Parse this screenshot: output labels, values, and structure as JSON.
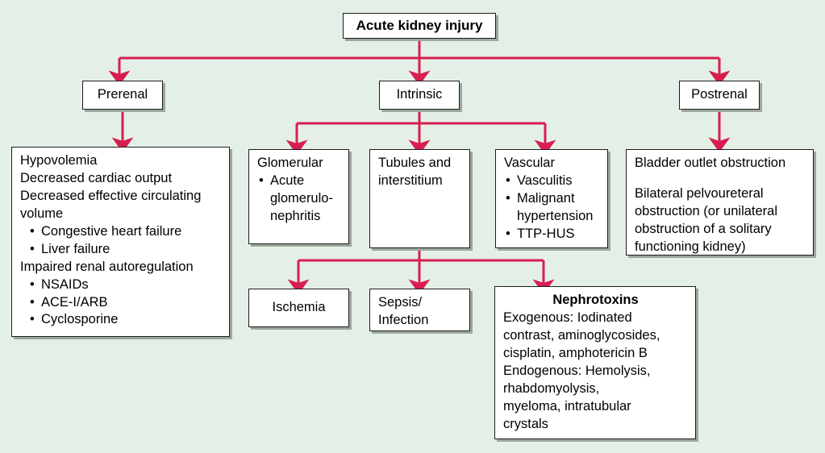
{
  "diagram": {
    "title": "Acute kidney injury",
    "background_color": "#e4f0e7",
    "connector_color": "#d81e50",
    "box_border_color": "#1c1c1c",
    "box_fill_color": "#ffffff",
    "box_shadow_color": "#9aa89c"
  },
  "root": {
    "label": "Acute kidney injury"
  },
  "categories": {
    "prerenal": {
      "label": "Prerenal"
    },
    "intrinsic": {
      "label": "Intrinsic"
    },
    "postrenal": {
      "label": "Postrenal"
    }
  },
  "prerenal_causes": {
    "line1": "Hypovolemia",
    "line2": "Decreased cardiac output",
    "line3": "Decreased effective circulating",
    "line4": "volume",
    "bullet1": "Congestive heart failure",
    "bullet2": "Liver failure",
    "line5": "Impaired renal autoregulation",
    "bullet3": "NSAIDs",
    "bullet4": "ACE-I/ARB",
    "bullet5": "Cyclosporine"
  },
  "intrinsic_branches": {
    "glomerular": {
      "title": "Glomerular",
      "bullet1_line1": "Acute",
      "bullet1_line2": "glomerulo-",
      "bullet1_line3": "nephritis"
    },
    "tubules": {
      "title_line1": "Tubules and",
      "title_line2": "interstitium"
    },
    "vascular": {
      "title": "Vascular",
      "bullet1": "Vasculitis",
      "bullet2_line1": "Malignant",
      "bullet2_line2": "hypertension",
      "bullet3": "TTP-HUS"
    }
  },
  "tubules_children": {
    "ischemia": {
      "label": "Ischemia"
    },
    "sepsis": {
      "line1": "Sepsis/",
      "line2": "Infection"
    },
    "nephrotoxins": {
      "heading": "Nephrotoxins",
      "line1": "Exogenous: Iodinated",
      "line2": "contrast, aminoglycosides,",
      "line3": "cisplatin, amphotericin B",
      "line4": "Endogenous: Hemolysis,",
      "line5": "rhabdomyolysis,",
      "line6": "myeloma, intratubular",
      "line7": "crystals"
    }
  },
  "postrenal_causes": {
    "line1": "Bladder outlet obstruction",
    "line2": "Bilateral pelvoureteral",
    "line3": "obstruction (or unilateral",
    "line4": "obstruction of a solitary",
    "line5": "functioning kidney)"
  }
}
